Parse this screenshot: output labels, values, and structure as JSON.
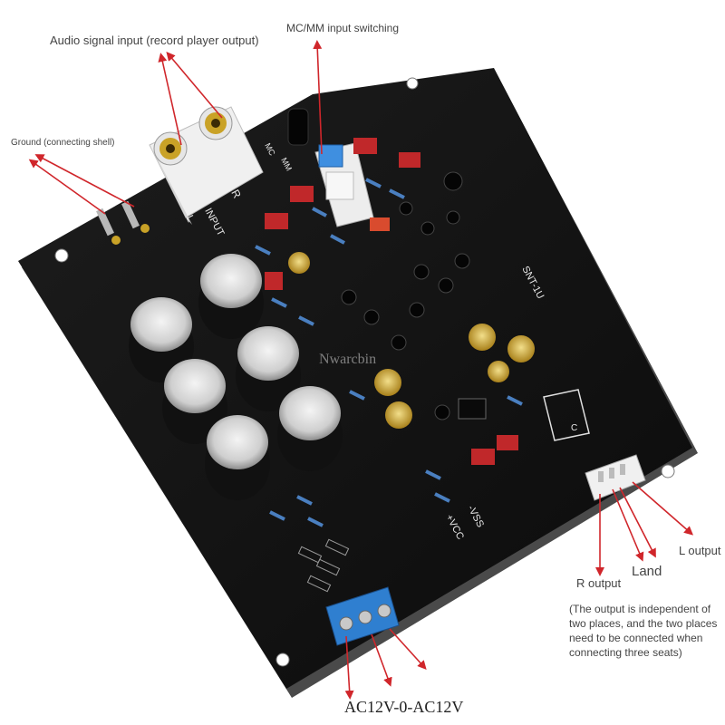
{
  "labels": {
    "audio_input": "Audio signal input (record player output)",
    "mc_mm_switch": "MC/MM input switching",
    "ground": "Ground (connecting shell)",
    "l_output": "L output",
    "land": "Land",
    "r_output": "R output",
    "note": "(The output is independent of two places, and the two places need to be connected when connecting three seats)",
    "power_input": "AC12V-0-AC12V",
    "watermark": "Nwarcbin"
  },
  "silkscreen": {
    "input": "INPUT",
    "l": "L",
    "r": "R",
    "mc": "MC",
    "mm": "MM",
    "model": "SNT-1U",
    "vcc": "+VCC",
    "vss": "-VSS",
    "c_mark": "C"
  },
  "colors": {
    "annotation_arrow": "#d0262b",
    "pcb": "#101010",
    "terminal_block": "#2f7fd0",
    "switch": "#3f8fe0",
    "film_capacitor": "#c0282a",
    "gold_capacitor": "#c9a227"
  }
}
